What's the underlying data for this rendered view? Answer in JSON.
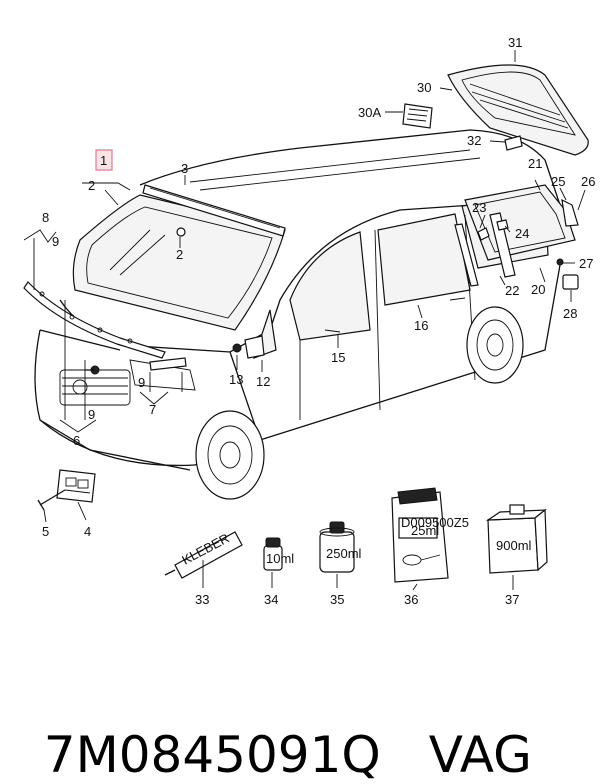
{
  "diagram": {
    "callouts": {
      "c1": "1",
      "c2a": "2",
      "c2b": "2",
      "c3": "3",
      "c4": "4",
      "c5": "5",
      "c6": "6",
      "c7": "7",
      "c8": "8",
      "c9a": "9",
      "c9b": "9",
      "c9c": "9",
      "c12": "12",
      "c13": "13",
      "c15": "15",
      "c16": "16",
      "c20": "20",
      "c21": "21",
      "c22": "22",
      "c23": "23",
      "c24": "24",
      "c25": "25",
      "c26": "26",
      "c27": "27",
      "c28": "28",
      "c30": "30",
      "c30a": "30A",
      "c31": "31",
      "c32": "32",
      "c33": "33",
      "c34": "34",
      "c35": "35",
      "c36": "36",
      "c37": "37"
    },
    "highlight_color": "#e07a8a",
    "container_labels": {
      "tube": "KLEBER",
      "vial": "10ml",
      "can": "250ml",
      "pouch_code": "D009500Z5",
      "pouch_size": "25ml",
      "box": "900ml"
    }
  },
  "footer": {
    "part_number": "7M0845091Q",
    "vendor": "VAG"
  }
}
